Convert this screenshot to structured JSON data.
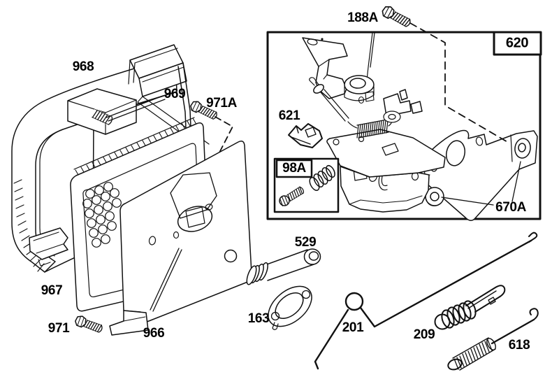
{
  "figure": {
    "kind": "exploded-parts-diagram",
    "background_color": "#ffffff",
    "line_color": "#111111"
  },
  "callouts": {
    "c968": "968",
    "c969": "969",
    "c971A": "971A",
    "c967": "967",
    "c971": "971",
    "c966": "966",
    "c188A": "188A",
    "c620": "620",
    "c621": "621",
    "c98A": "98A",
    "c670A": "670A",
    "c529": "529",
    "c163": "163",
    "c201": "201",
    "c209": "209",
    "c618": "618"
  }
}
